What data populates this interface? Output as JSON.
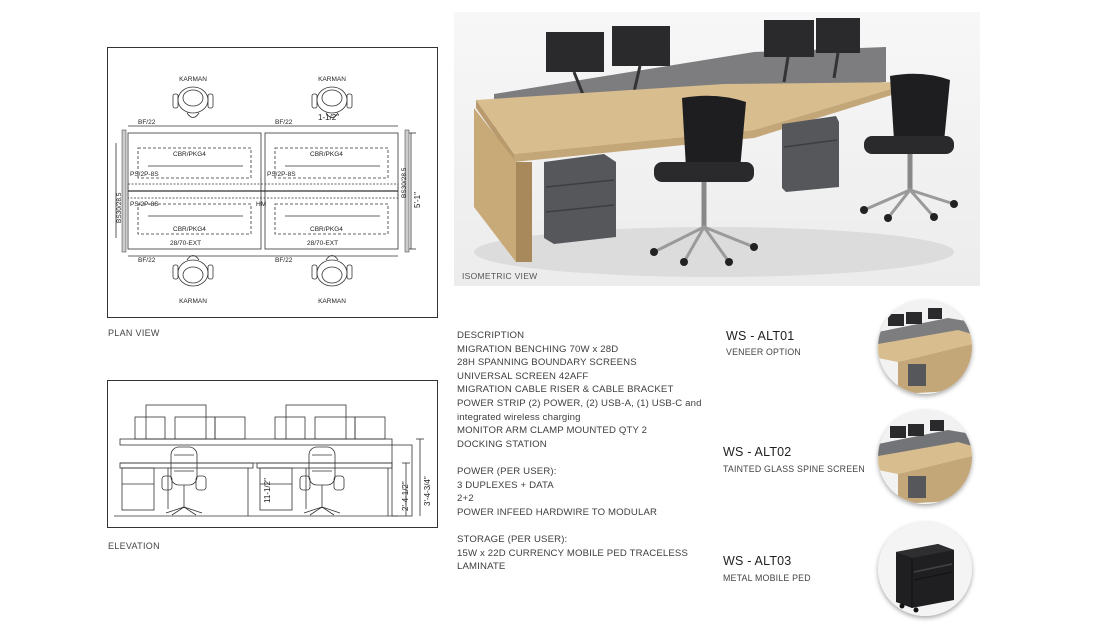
{
  "plan": {
    "caption": "PLAN VIEW",
    "chair_label": "KARMAN",
    "bf_label": "BF/22",
    "cbr_label": "CBR/PKG4",
    "ext_label": "28/70-EXT",
    "screen_label": "PS/2P-8S",
    "width_dim": "1-1/2\"",
    "depth_dim": "5'-1\"",
    "side_label": "BS30/28.5",
    "hm_label": "HM"
  },
  "elevation": {
    "caption": "ELEVATION",
    "dim_a": "11-1/2\"",
    "dim_b": "2'-4-1/2\"",
    "dim_c": "3'-4-3/4\""
  },
  "isometric": {
    "caption": "ISOMETRIC VIEW"
  },
  "description": {
    "lines": [
      "DESCRIPTION",
      "MIGRATION BENCHING 70W x 28D",
      "28H SPANNING BOUNDARY SCREENS",
      "UNIVERSAL SCREEN 42AFF",
      "MIGRATION CABLE RISER & CABLE BRACKET",
      "POWER STRIP (2) POWER, (2) USB-A, (1) USB-C and",
      "integrated wireless charging",
      "MONITOR ARM CLAMP MOUNTED QTY 2",
      "DOCKING STATION"
    ],
    "power": [
      "POWER (PER USER):",
      "3 DUPLEXES + DATA",
      "2+2",
      "POWER INFEED HARDWIRE TO MODULAR"
    ],
    "storage": [
      "STORAGE (PER USER):",
      "15W x 22D CURRENCY MOBILE PED TRACELESS",
      "LAMINATE"
    ]
  },
  "alternates": [
    {
      "title": "WS - ALT01",
      "subtitle": "VENEER OPTION"
    },
    {
      "title": "WS - ALT02",
      "subtitle": "TAINTED GLASS SPINE SCREEN"
    },
    {
      "title": "WS - ALT03",
      "subtitle": "METAL MOBILE PED"
    }
  ],
  "colors": {
    "wood": "#d8bd8f",
    "screen": "#7d7d80",
    "ped": "#55575b",
    "line": "#333333"
  }
}
